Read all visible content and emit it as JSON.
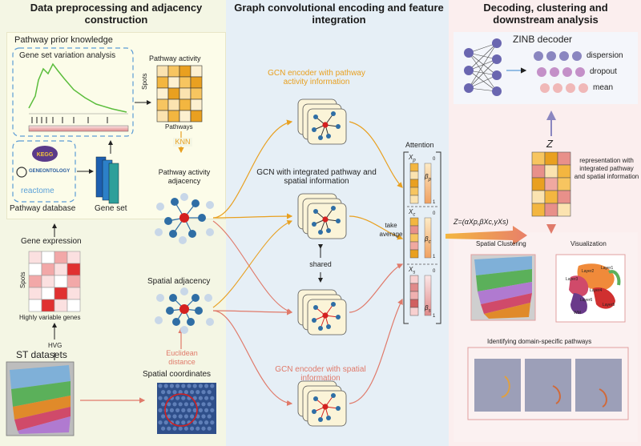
{
  "headers": {
    "left": "Data preprocessing and adjacency construction",
    "middle": "Graph convolutional encoding and feature integration",
    "right": "Decoding, clustering and downstream analysis"
  },
  "left": {
    "pathway_prior": "Pathway prior knowledge",
    "gsva": "Gene set variation analysis",
    "pathway_database": "Pathway database",
    "gene_set": "Gene set",
    "pathway_activity": "Pathway activity",
    "spots": "Spots",
    "pathways": "Pathways",
    "knn": "KNN",
    "pathway_adjacency": "Pathway activity adjacency",
    "gene_expression": "Gene expression",
    "highly_variable_genes": "Highly variable genes",
    "hvg": "HVG",
    "st_datasets": "ST datasets",
    "spatial_adjacency": "Spatial adjacency",
    "euclidean": "Euclidean distance",
    "spatial_coordinates": "Spatial coordinates",
    "logos": {
      "kegg": "KEGG",
      "geneontology": "GENEONTOLOGY",
      "reactome": "reactome"
    }
  },
  "middle": {
    "gcn_pathway": "GCN encoder with pathway activity information",
    "gcn_integrated": "GCN with integrated pathway and spatial information",
    "gcn_spatial": "GCN encoder with spatial information",
    "shared": "shared",
    "take_average": "take average",
    "attention": "Attention",
    "xp": "X",
    "xp_sub": "p",
    "xc": "X",
    "xc_sub": "c",
    "xs": "X",
    "xs_sub": "s",
    "beta_p": "β",
    "beta_p_sub": "p",
    "beta_c": "β",
    "beta_c_sub": "c",
    "beta_s": "β",
    "beta_s_sub": "s",
    "zero": "0",
    "one": "1"
  },
  "right": {
    "zinb": "ZINB decoder",
    "dispersion": "dispersion",
    "dropout": "dropout",
    "mean": "mean",
    "z": "Z",
    "formula": "Z=(αXp,βXc,γXs)",
    "representation": "representation with integrated pathway and spatial information",
    "spatial_clustering": "Spatial Clustering",
    "visualization": "Visualization",
    "identifying": "Identifying domain-specific pathways",
    "layers": [
      "Layer1",
      "Layer2",
      "Layer3",
      "Layer4",
      "Layer5",
      "Layer6",
      "WM"
    ]
  },
  "colors": {
    "orange": "#e8a020",
    "salmon": "#e07a6a",
    "blue_node": "#2f6ea5",
    "red_node": "#d42020",
    "left_bg": "#f7f8e6",
    "mid_bg": "#e9f1f7",
    "right_bg": "#fdf1f1"
  }
}
